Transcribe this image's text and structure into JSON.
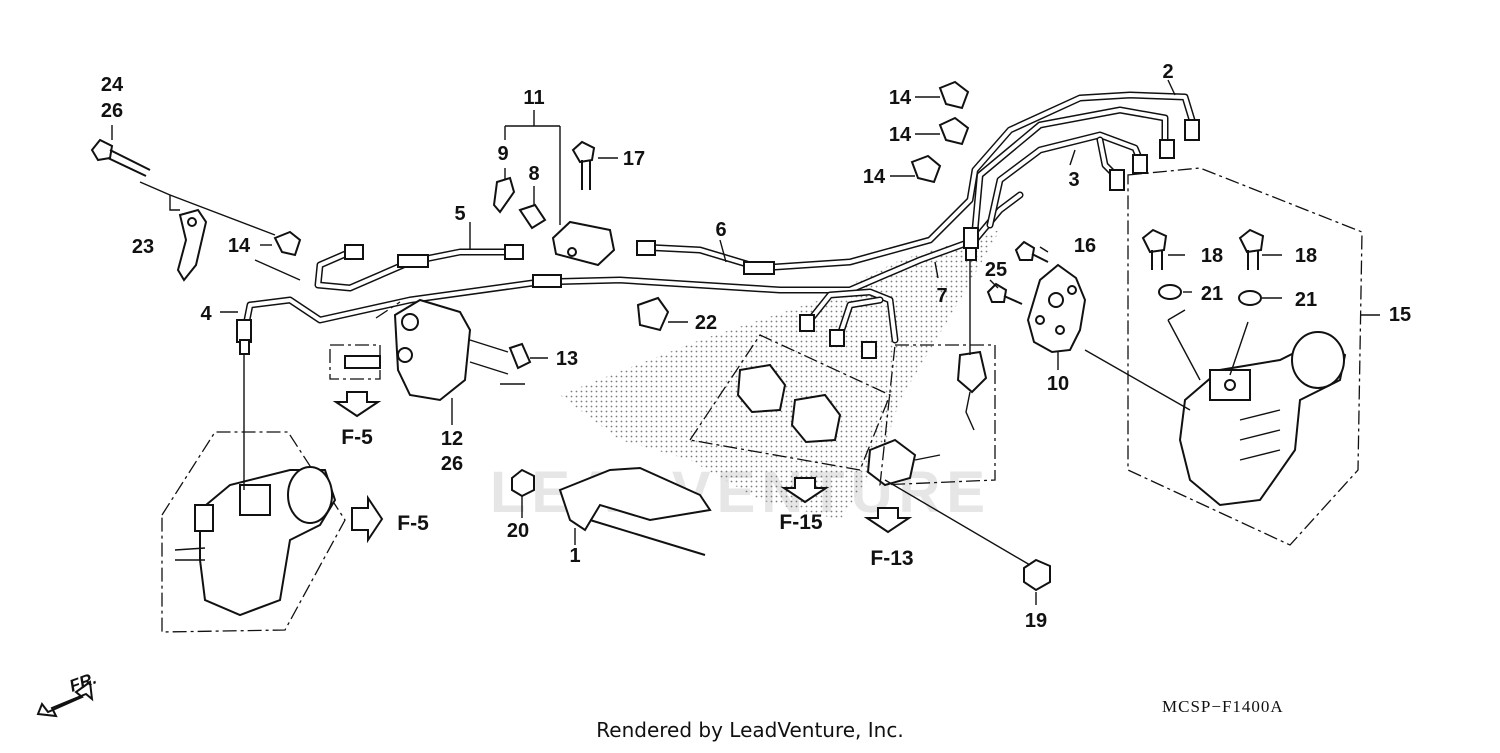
{
  "watermark": "LEADVENTURE",
  "diagram_code": "MCSP−F1400A",
  "credit": "Rendered by LeadVenture, Inc.",
  "front_label": "FR.",
  "callouts": {
    "c24": "24",
    "c26a": "26",
    "c23": "23",
    "c14a": "14",
    "c4": "4",
    "c5": "5",
    "c11": "11",
    "c9": "9",
    "c8": "8",
    "c17": "17",
    "c6": "6",
    "c22": "22",
    "c13": "13",
    "c12": "12",
    "c26b": "26",
    "c20": "20",
    "c1": "1",
    "c14b": "14",
    "c14c": "14",
    "c14d": "14",
    "c2": "2",
    "c3": "3",
    "c16": "16",
    "c25": "25",
    "c7": "7",
    "c10": "10",
    "c18a": "18",
    "c18b": "18",
    "c21a": "21",
    "c21b": "21",
    "c15": "15",
    "c19": "19"
  },
  "references": {
    "f5a": "F-5",
    "f5b": "F-5",
    "f15": "F-15",
    "f13": "F-13"
  }
}
